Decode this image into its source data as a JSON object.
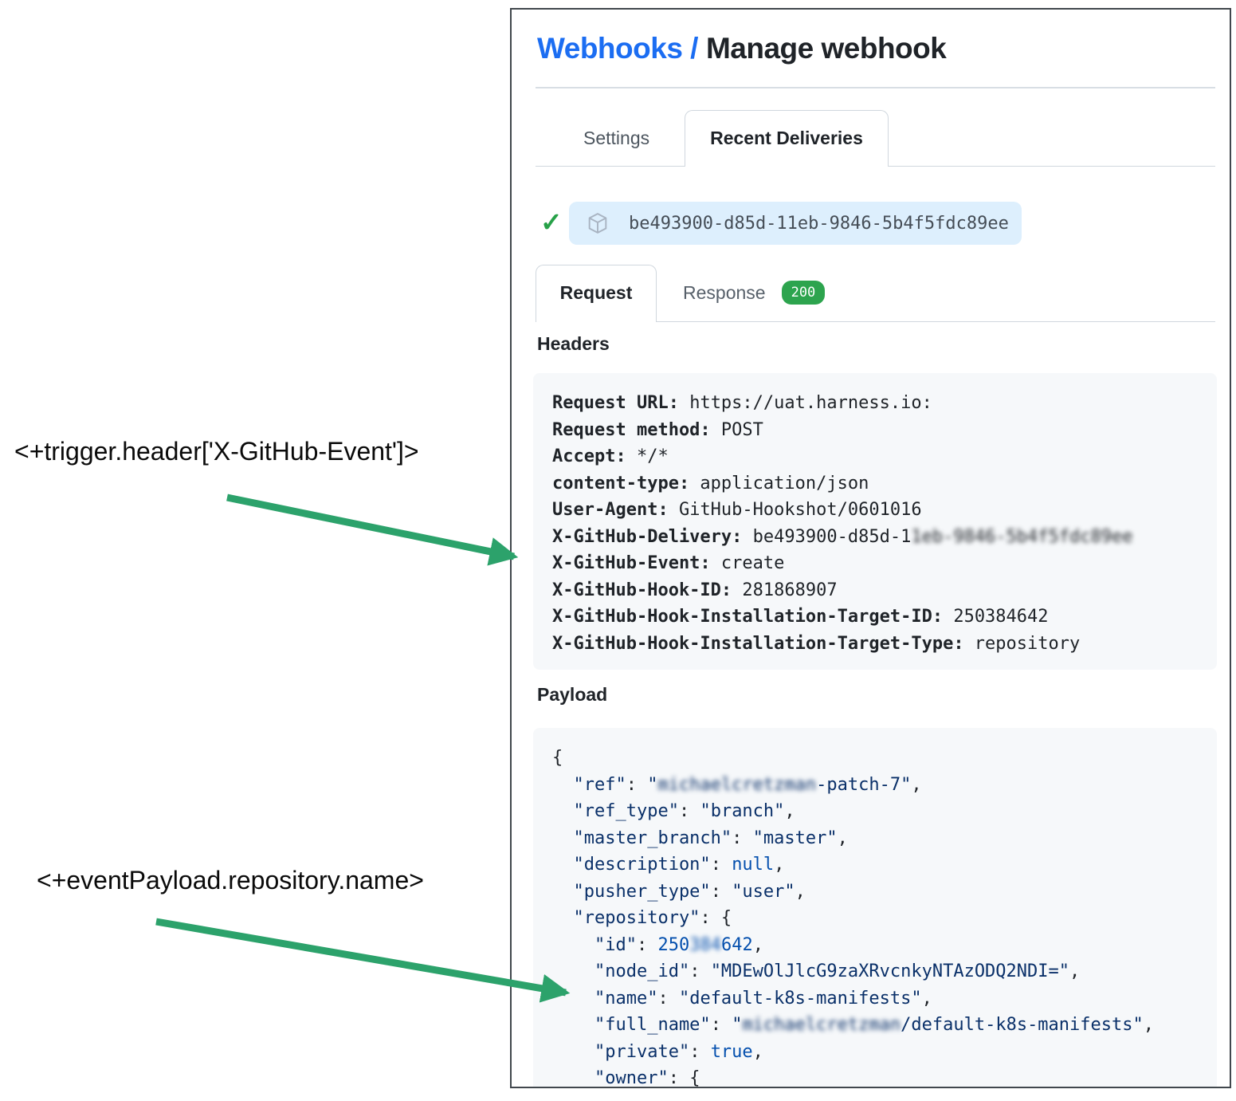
{
  "colors": {
    "link_blue": "#1b6df2",
    "text_dark": "#1f2328",
    "text_gray": "#57606a",
    "success_green": "#2da44e",
    "arrow_green": "#2ca26b",
    "pill_background": "#ddeffd",
    "code_background": "#f6f8fa",
    "json_string": "#0a3069",
    "json_literal": "#0550ae"
  },
  "title": {
    "breadcrumb": "Webhooks /",
    "current": "Manage webhook"
  },
  "main_tabs": {
    "settings": "Settings",
    "recent_deliveries": "Recent Deliveries"
  },
  "delivery": {
    "guid": "be493900-d85d-11eb-9846-5b4f5fdc89ee"
  },
  "delivery_tabs": {
    "request": "Request",
    "response": "Response",
    "response_status": "200"
  },
  "headers": {
    "heading": "Headers",
    "lines": [
      {
        "key": "Request URL:",
        "value": " https://uat.harness.io:"
      },
      {
        "key": "Request method:",
        "value": " POST"
      },
      {
        "key": "Accept:",
        "value": " */*"
      },
      {
        "key": "content-type:",
        "value": " application/json"
      },
      {
        "key": "User-Agent:",
        "value": " GitHub-Hookshot/0601016"
      },
      {
        "key": "X-GitHub-Delivery:",
        "value": " be493900-d85d-1",
        "blur": "1eb-9846-5b4f5fdc89ee"
      },
      {
        "key": "X-GitHub-Event:",
        "value": " create"
      },
      {
        "key": "X-GitHub-Hook-ID:",
        "value": " 281868907"
      },
      {
        "key": "X-GitHub-Hook-Installation-Target-ID:",
        "value": " 250384642"
      },
      {
        "key": "X-GitHub-Hook-Installation-Target-Type:",
        "value": " repository"
      }
    ]
  },
  "payload": {
    "heading": "Payload",
    "lines": [
      {
        "segments": [
          [
            "{",
            "p"
          ]
        ]
      },
      {
        "segments": [
          [
            "  \"ref\"",
            "s"
          ],
          [
            ": ",
            "p"
          ],
          [
            "\"",
            "s"
          ],
          [
            "michaelcretzman",
            "sb"
          ],
          [
            "-patch-7\"",
            "s"
          ],
          [
            ",",
            "p"
          ]
        ]
      },
      {
        "segments": [
          [
            "  \"ref_type\"",
            "s"
          ],
          [
            ": ",
            "p"
          ],
          [
            "\"branch\"",
            "s"
          ],
          [
            ",",
            "p"
          ]
        ]
      },
      {
        "segments": [
          [
            "  \"master_branch\"",
            "s"
          ],
          [
            ": ",
            "p"
          ],
          [
            "\"master\"",
            "s"
          ],
          [
            ",",
            "p"
          ]
        ]
      },
      {
        "segments": [
          [
            "  \"description\"",
            "s"
          ],
          [
            ": ",
            "p"
          ],
          [
            "null",
            "k"
          ],
          [
            ",",
            "p"
          ]
        ]
      },
      {
        "segments": [
          [
            "  \"pusher_type\"",
            "s"
          ],
          [
            ": ",
            "p"
          ],
          [
            "\"user\"",
            "s"
          ],
          [
            ",",
            "p"
          ]
        ]
      },
      {
        "segments": [
          [
            "  \"repository\"",
            "s"
          ],
          [
            ": {",
            "p"
          ]
        ]
      },
      {
        "segments": [
          [
            "    \"id\"",
            "s"
          ],
          [
            ": ",
            "p"
          ],
          [
            "250",
            "k"
          ],
          [
            "384",
            "kb"
          ],
          [
            "642",
            "k"
          ],
          [
            ",",
            "p"
          ]
        ]
      },
      {
        "segments": [
          [
            "    \"node_id\"",
            "s"
          ],
          [
            ": ",
            "p"
          ],
          [
            "\"MDEwOlJlcG9zaXRvcnkyNTAzODQ2NDI=\"",
            "s"
          ],
          [
            ",",
            "p"
          ]
        ]
      },
      {
        "segments": [
          [
            "    \"name\"",
            "s"
          ],
          [
            ": ",
            "p"
          ],
          [
            "\"default-k8s-manifests\"",
            "s"
          ],
          [
            ",",
            "p"
          ]
        ]
      },
      {
        "segments": [
          [
            "    \"full_name\"",
            "s"
          ],
          [
            ": ",
            "p"
          ],
          [
            "\"",
            "s"
          ],
          [
            "michaelcretzman",
            "sb"
          ],
          [
            "/default-k8s-manifests\"",
            "s"
          ],
          [
            ",",
            "p"
          ]
        ]
      },
      {
        "segments": [
          [
            "    \"private\"",
            "s"
          ],
          [
            ": ",
            "p"
          ],
          [
            "true",
            "k"
          ],
          [
            ",",
            "p"
          ]
        ]
      },
      {
        "segments": [
          [
            "    \"owner\"",
            "s"
          ],
          [
            ": {",
            "p"
          ]
        ]
      }
    ]
  },
  "annotations": {
    "trigger_header": "<+trigger.header['X-GitHub-Event']>",
    "event_payload": "<+eventPayload.repository.name>"
  }
}
